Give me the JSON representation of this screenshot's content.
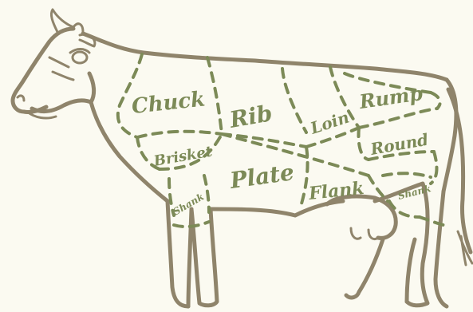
{
  "diagram": {
    "background_color": "#fbfaf1",
    "outline_color": "#8f846b",
    "cut_line_color": "#7c8a57",
    "cuts": {
      "chuck": "Chuck",
      "rib": "Rib",
      "loin": "Loin",
      "rump": "Rump",
      "brisket": "Brisket",
      "plate": "Plate",
      "flank": "Flank",
      "round": "Round",
      "front_shank": "Shank",
      "hind_shank": "Shank"
    }
  }
}
